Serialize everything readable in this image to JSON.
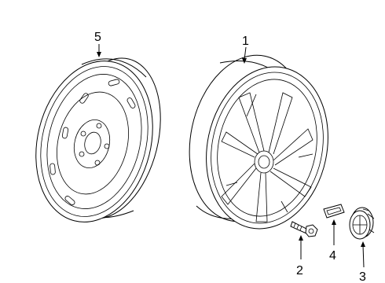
{
  "callouts": [
    {
      "id": "1",
      "text": "1"
    },
    {
      "id": "2",
      "text": "2"
    },
    {
      "id": "3",
      "text": "3"
    },
    {
      "id": "4",
      "text": "4"
    },
    {
      "id": "5",
      "text": "5"
    }
  ],
  "colors": {
    "line": "#000000",
    "background": "#ffffff"
  }
}
